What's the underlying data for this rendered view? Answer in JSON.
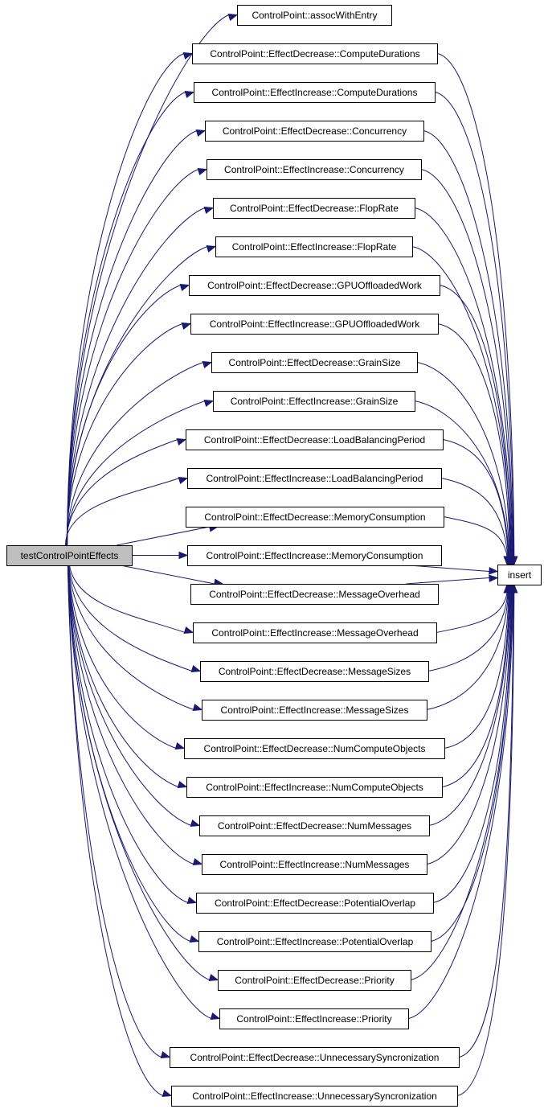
{
  "graph": {
    "type": "call-graph",
    "edge_color": "#191970",
    "root": {
      "id": "root",
      "label": "testControlPointEffects",
      "fill": "#bfbfbf"
    },
    "sink": {
      "id": "insert",
      "label": "insert"
    },
    "callees": [
      {
        "id": "assocWithEntry",
        "label": "ControlPoint::assocWithEntry",
        "calls_insert": false
      },
      {
        "id": "dec-ComputeDurations",
        "label": "ControlPoint::EffectDecrease::ComputeDurations",
        "calls_insert": true
      },
      {
        "id": "inc-ComputeDurations",
        "label": "ControlPoint::EffectIncrease::ComputeDurations",
        "calls_insert": true
      },
      {
        "id": "dec-Concurrency",
        "label": "ControlPoint::EffectDecrease::Concurrency",
        "calls_insert": true
      },
      {
        "id": "inc-Concurrency",
        "label": "ControlPoint::EffectIncrease::Concurrency",
        "calls_insert": true
      },
      {
        "id": "dec-FlopRate",
        "label": "ControlPoint::EffectDecrease::FlopRate",
        "calls_insert": true
      },
      {
        "id": "inc-FlopRate",
        "label": "ControlPoint::EffectIncrease::FlopRate",
        "calls_insert": true
      },
      {
        "id": "dec-GPUOffloadedWork",
        "label": "ControlPoint::EffectDecrease::GPUOffloadedWork",
        "calls_insert": true
      },
      {
        "id": "inc-GPUOffloadedWork",
        "label": "ControlPoint::EffectIncrease::GPUOffloadedWork",
        "calls_insert": true
      },
      {
        "id": "dec-GrainSize",
        "label": "ControlPoint::EffectDecrease::GrainSize",
        "calls_insert": true
      },
      {
        "id": "inc-GrainSize",
        "label": "ControlPoint::EffectIncrease::GrainSize",
        "calls_insert": true
      },
      {
        "id": "dec-LoadBalancingPeriod",
        "label": "ControlPoint::EffectDecrease::LoadBalancingPeriod",
        "calls_insert": true
      },
      {
        "id": "inc-LoadBalancingPeriod",
        "label": "ControlPoint::EffectIncrease::LoadBalancingPeriod",
        "calls_insert": true
      },
      {
        "id": "dec-MemoryConsumption",
        "label": "ControlPoint::EffectDecrease::MemoryConsumption",
        "calls_insert": true
      },
      {
        "id": "inc-MemoryConsumption",
        "label": "ControlPoint::EffectIncrease::MemoryConsumption",
        "calls_insert": true
      },
      {
        "id": "dec-MessageOverhead",
        "label": "ControlPoint::EffectDecrease::MessageOverhead",
        "calls_insert": true
      },
      {
        "id": "inc-MessageOverhead",
        "label": "ControlPoint::EffectIncrease::MessageOverhead",
        "calls_insert": true
      },
      {
        "id": "dec-MessageSizes",
        "label": "ControlPoint::EffectDecrease::MessageSizes",
        "calls_insert": true
      },
      {
        "id": "inc-MessageSizes",
        "label": "ControlPoint::EffectIncrease::MessageSizes",
        "calls_insert": true
      },
      {
        "id": "dec-NumComputeObjects",
        "label": "ControlPoint::EffectDecrease::NumComputeObjects",
        "calls_insert": true
      },
      {
        "id": "inc-NumComputeObjects",
        "label": "ControlPoint::EffectIncrease::NumComputeObjects",
        "calls_insert": true
      },
      {
        "id": "dec-NumMessages",
        "label": "ControlPoint::EffectDecrease::NumMessages",
        "calls_insert": true
      },
      {
        "id": "inc-NumMessages",
        "label": "ControlPoint::EffectIncrease::NumMessages",
        "calls_insert": true
      },
      {
        "id": "dec-PotentialOverlap",
        "label": "ControlPoint::EffectDecrease::PotentialOverlap",
        "calls_insert": true
      },
      {
        "id": "inc-PotentialOverlap",
        "label": "ControlPoint::EffectIncrease::PotentialOverlap",
        "calls_insert": true
      },
      {
        "id": "dec-Priority",
        "label": "ControlPoint::EffectDecrease::Priority",
        "calls_insert": true
      },
      {
        "id": "inc-Priority",
        "label": "ControlPoint::EffectIncrease::Priority",
        "calls_insert": true
      },
      {
        "id": "dec-UnnecessarySyncronization",
        "label": "ControlPoint::EffectDecrease::UnnecessarySyncronization",
        "calls_insert": true
      },
      {
        "id": "inc-UnnecessarySyncronization",
        "label": "ControlPoint::EffectIncrease::UnnecessarySyncronization",
        "calls_insert": true
      }
    ]
  }
}
